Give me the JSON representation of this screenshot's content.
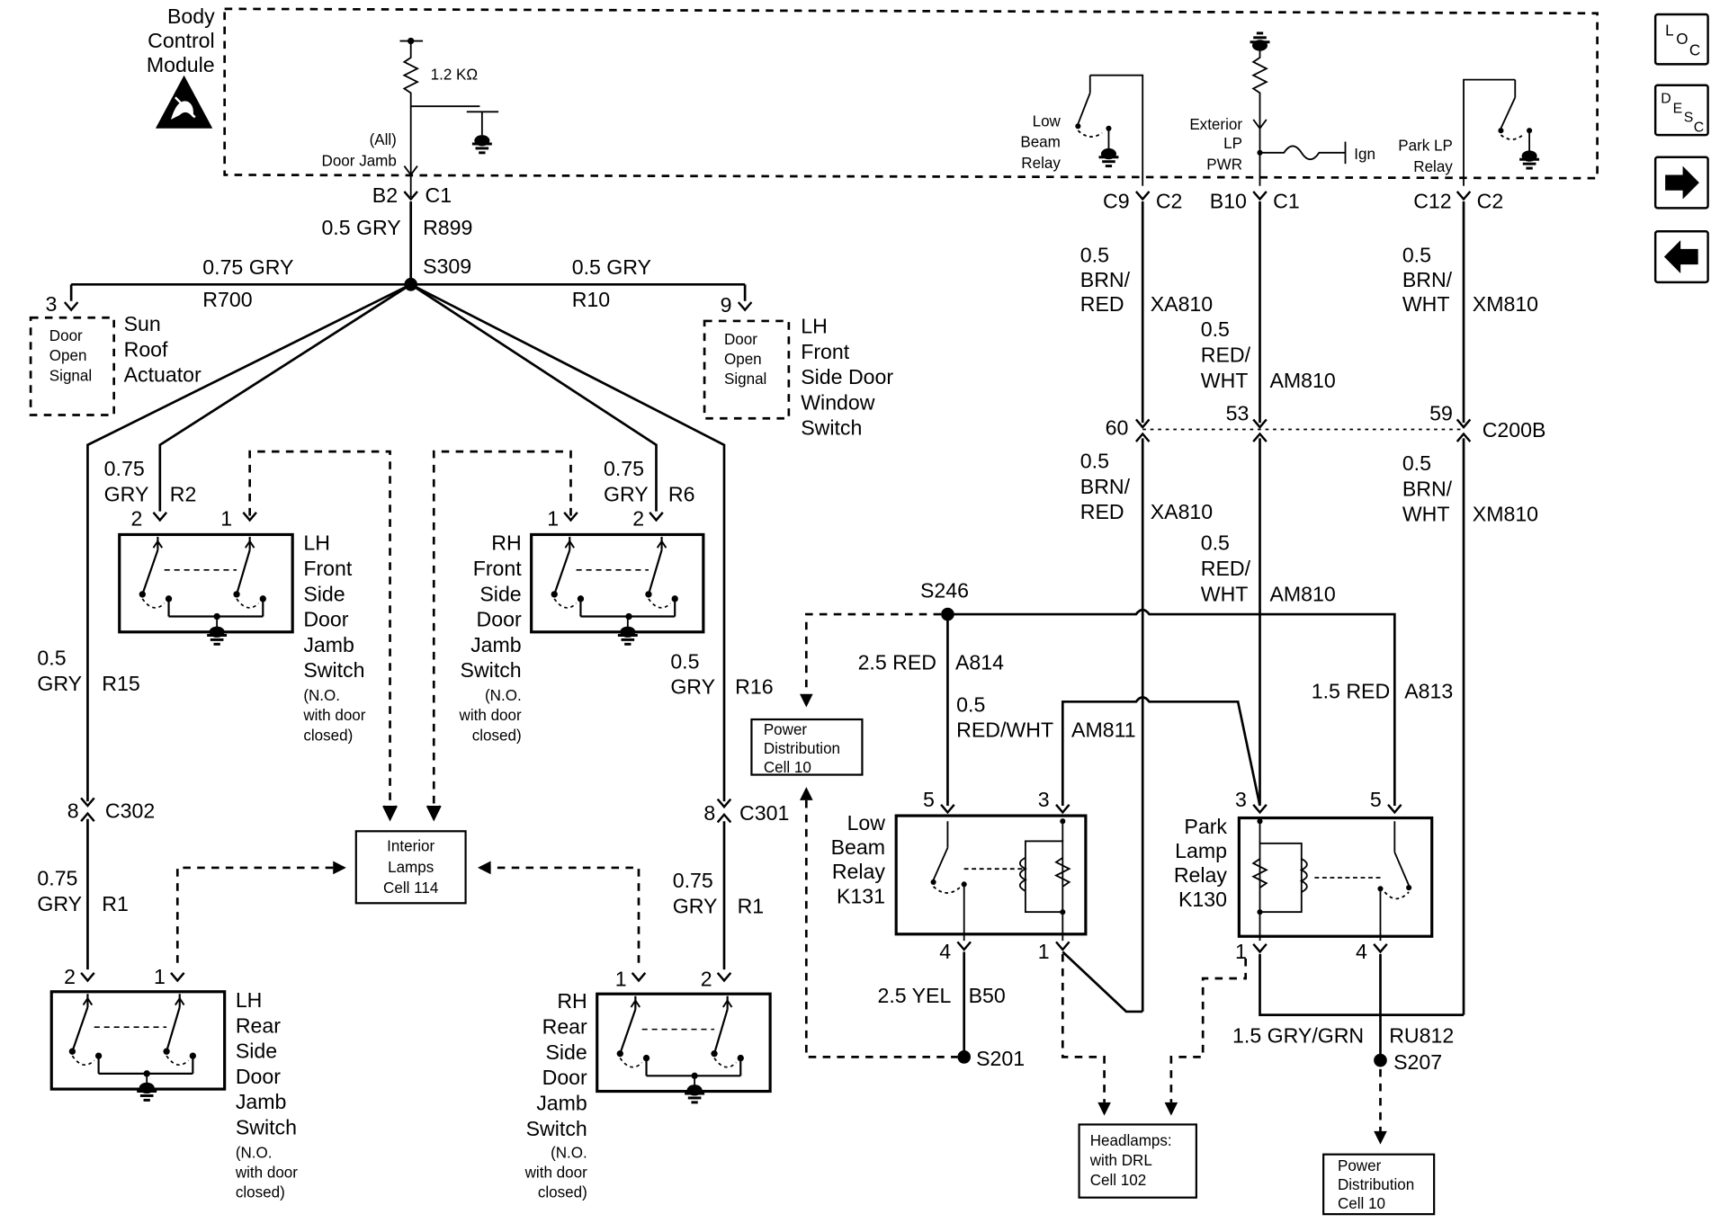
{
  "nav": {
    "loc": {
      "l": "L",
      "o": "O",
      "c": "C"
    },
    "desc": {
      "d": "D",
      "e": "E",
      "s": "S",
      "c": "C"
    },
    "next_icon": "arrow-right-icon",
    "prev_icon": "arrow-left-icon"
  },
  "bcm": {
    "title": [
      "Body",
      "Control",
      "Module"
    ],
    "esd_icon": "esd-hand-icon",
    "resistor": "1.2 KΩ",
    "door_jamb": [
      "(All)",
      "Door Jamb"
    ],
    "low_beam_relay": [
      "Low",
      "Beam",
      "Relay"
    ],
    "ext_lp_pwr": [
      "Exterior",
      "LP",
      "PWR"
    ],
    "ign": "Ign",
    "park_lp_relay": [
      "Park LP",
      "Relay"
    ]
  },
  "connectors": {
    "b2": "B2",
    "c1a": "C1",
    "c9": "C9",
    "c2a": "C2",
    "b10": "B10",
    "c1b": "C1",
    "c12": "C12",
    "c2b": "C2",
    "c200b": "C200B",
    "p60": "60",
    "p53": "53",
    "p59": "59",
    "c302": "C302",
    "c301": "C301",
    "p8a": "8",
    "p8b": "8"
  },
  "splices": {
    "s309": "S309",
    "s246": "S246",
    "s201": "S201",
    "s207": "S207"
  },
  "wires": {
    "r899": {
      "size": "0.5 GRY",
      "circuit": "R899"
    },
    "r700": {
      "size": "0.75 GRY",
      "circuit": "R700"
    },
    "r10": {
      "size": "0.5 GRY",
      "circuit": "R10"
    },
    "r2": {
      "size": "0.75",
      "color": "GRY",
      "circuit": "R2"
    },
    "r6": {
      "size": "0.75",
      "color": "GRY",
      "circuit": "R6"
    },
    "r15": {
      "size": "0.5",
      "color": "GRY",
      "circuit": "R15"
    },
    "r16": {
      "size": "0.5",
      "color": "GRY",
      "circuit": "R16"
    },
    "r1a": {
      "size": "0.75",
      "color": "GRY",
      "circuit": "R1"
    },
    "r1b": {
      "size": "0.75",
      "color": "GRY",
      "circuit": "R1"
    },
    "xa810a": {
      "size": "0.5",
      "color1": "BRN/",
      "color2": "RED",
      "circuit": "XA810"
    },
    "xa810b": {
      "size": "0.5",
      "color1": "BRN/",
      "color2": "RED",
      "circuit": "XA810"
    },
    "am810a": {
      "size": "0.5",
      "color1": "RED/",
      "color2": "WHT",
      "circuit": "AM810"
    },
    "am810b": {
      "size": "0.5",
      "color1": "RED/",
      "color2": "WHT",
      "circuit": "AM810"
    },
    "xm810a": {
      "size": "0.5",
      "color1": "BRN/",
      "color2": "WHT",
      "circuit": "XM810"
    },
    "xm810b": {
      "size": "0.5",
      "color1": "BRN/",
      "color2": "WHT",
      "circuit": "XM810"
    },
    "a814": {
      "size": "2.5 RED",
      "circuit": "A814"
    },
    "am811": {
      "size": "0.5",
      "color": "RED/WHT",
      "circuit": "AM811"
    },
    "a813": {
      "size": "1.5 RED",
      "circuit": "A813"
    },
    "b50": {
      "size": "2.5 YEL",
      "circuit": "B50"
    },
    "ru812": {
      "size": "1.5 GRY/GRN",
      "circuit": "RU812"
    }
  },
  "components": {
    "sunroof": {
      "pin": "3",
      "box": [
        "Door",
        "Open",
        "Signal"
      ],
      "label": [
        "Sun",
        "Roof",
        "Actuator"
      ]
    },
    "lh_window": {
      "pin": "9",
      "box": [
        "Door",
        "Open",
        "Signal"
      ],
      "label": [
        "LH",
        "Front",
        "Side Door",
        "Window",
        "Switch"
      ]
    },
    "lh_front_jamb": {
      "pins": [
        "2",
        "1"
      ],
      "label": [
        "LH",
        "Front",
        "Side",
        "Door",
        "Jamb",
        "Switch"
      ],
      "note": [
        "(N.O.",
        "with door",
        "closed)"
      ]
    },
    "rh_front_jamb": {
      "pins": [
        "1",
        "2"
      ],
      "label": [
        "RH",
        "Front",
        "Side",
        "Door",
        "Jamb",
        "Switch"
      ],
      "note": [
        "(N.O.",
        "with door",
        "closed)"
      ]
    },
    "lh_rear_jamb": {
      "pins": [
        "2",
        "1"
      ],
      "label": [
        "LH",
        "Rear",
        "Side",
        "Door",
        "Jamb",
        "Switch"
      ],
      "note": [
        "(N.O.",
        "with door",
        "closed)"
      ]
    },
    "rh_rear_jamb": {
      "pins": [
        "1",
        "2"
      ],
      "label": [
        "RH",
        "Rear",
        "Side",
        "Door",
        "Jamb",
        "Switch"
      ],
      "note": [
        "(N.O.",
        "with door",
        "closed)"
      ]
    },
    "low_beam": {
      "pins": [
        "5",
        "3",
        "4",
        "1"
      ],
      "label": [
        "Low",
        "Beam",
        "Relay",
        "K131"
      ]
    },
    "park_lamp": {
      "pins": [
        "3",
        "5",
        "1",
        "4"
      ],
      "label": [
        "Park",
        "Lamp",
        "Relay",
        "K130"
      ]
    }
  },
  "refs": {
    "interior_lamps": [
      "Interior",
      "Lamps",
      "Cell 114"
    ],
    "pwr_dist_a": [
      "Power",
      "Distribution",
      "Cell 10"
    ],
    "pwr_dist_b": [
      "Power",
      "Distribution",
      "Cell 10"
    ],
    "headlamps": [
      "Headlamps:",
      "with DRL",
      "Cell 102"
    ]
  }
}
